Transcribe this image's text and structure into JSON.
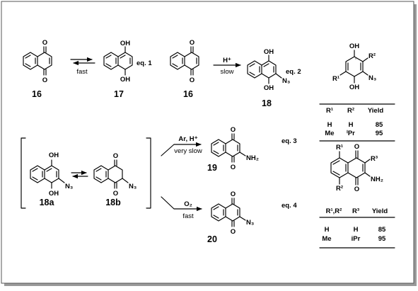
{
  "equations": {
    "eq1": {
      "label": "eq. 1",
      "condition": "fast",
      "reactant": "16",
      "product": "17",
      "atoms": {
        "o_top": "O",
        "o_bottom": "O",
        "oh_top": "OH",
        "oh_bottom": "OH"
      }
    },
    "eq2": {
      "label": "eq. 2",
      "reagent": "H⁺",
      "condition": "slow",
      "reactant": "16",
      "product": "18",
      "atoms": {
        "o_top": "O",
        "o_bottom": "O",
        "oh_top": "OH",
        "oh_bottom": "OH",
        "n3": "N₃"
      }
    },
    "eq3": {
      "label": "eq. 3",
      "reagent": "Ar, H⁺",
      "condition": "very slow",
      "product": "19",
      "atoms": {
        "o_top": "O",
        "o_bottom": "O",
        "nh2": "NH₂"
      }
    },
    "eq4": {
      "label": "eq. 4",
      "reagent": "O₂",
      "condition": "fast",
      "product": "20",
      "atoms": {
        "o_top": "O",
        "o_bottom": "O",
        "n3": "N₃"
      }
    }
  },
  "tautomers": {
    "left": {
      "label": "18a",
      "oh_top": "OH",
      "oh_bottom": "OH",
      "n3": "N₃"
    },
    "right": {
      "label": "18b",
      "o_top": "O",
      "o_bottom": "O",
      "n3": "N₃"
    }
  },
  "table1": {
    "structure": {
      "oh_top": "OH",
      "oh_bottom": "OH",
      "r1": "R¹",
      "r2": "R²",
      "n3": "N₃"
    },
    "headers": [
      "R¹",
      "R²",
      "Yield"
    ],
    "rows": [
      [
        "H",
        "H",
        "85"
      ],
      [
        "Me",
        "ⁱPr",
        "95"
      ]
    ]
  },
  "table2": {
    "structure": {
      "o_top": "O",
      "o_bottom": "O",
      "r1": "R¹",
      "r2": "R²",
      "r3": "R³",
      "nh2": "NH₂"
    },
    "headers": [
      "R¹,R²",
      "R³",
      "Yield"
    ],
    "rows": [
      [
        "H",
        "H",
        "85"
      ],
      [
        "Me",
        "iPr",
        "95"
      ]
    ]
  }
}
